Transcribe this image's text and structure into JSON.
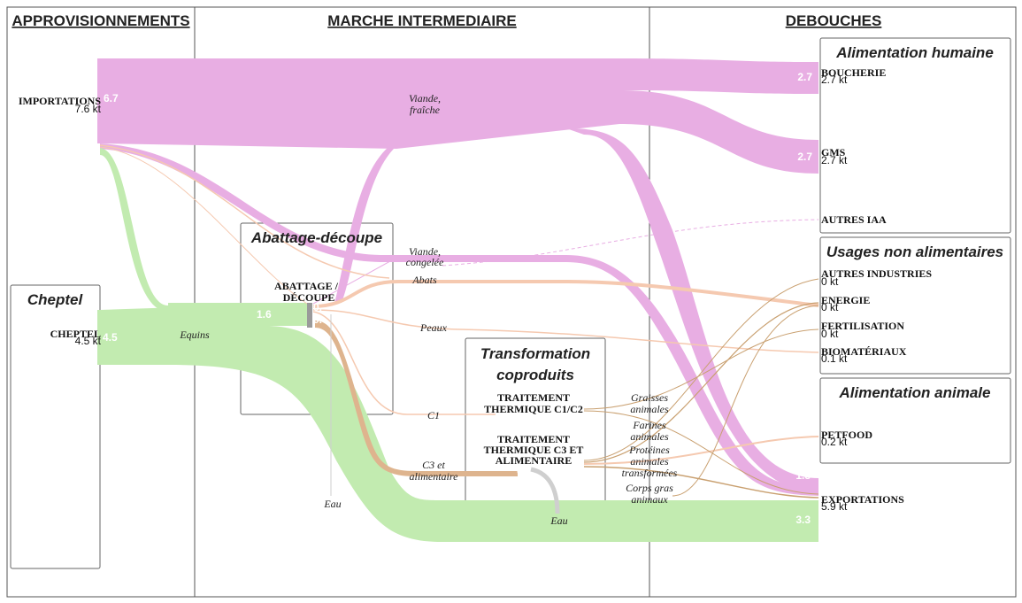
{
  "columns": {
    "supply": "APPROVISIONNEMENTS",
    "market": "MARCHE INTERMEDIAIRE",
    "outlets": "DEBOUCHES"
  },
  "groups": {
    "cheptel": "Cheptel",
    "abattage": "Abattage-découpe",
    "transfo": [
      "Transformation",
      "coproduits"
    ],
    "alim_humaine": "Alimentation humaine",
    "usages": "Usages non alimentaires",
    "alim_animale": "Alimentation animale"
  },
  "nodes": {
    "importations": {
      "label": "IMPORTATIONS",
      "value": "7.6 kt"
    },
    "cheptel": {
      "label": "CHEPTEL",
      "value": "4.5 kt"
    },
    "abattage": {
      "label": [
        "ABATTAGE /",
        "DÉCOUPE"
      ]
    },
    "c1c2": {
      "label": [
        "TRAITEMENT",
        "THERMIQUE C1/C2"
      ]
    },
    "c3": {
      "label": [
        "TRAITEMENT",
        "THERMIQUE C3 ET",
        "ALIMENTAIRE"
      ]
    },
    "boucherie": {
      "label": "BOUCHERIE",
      "value": "2.7 kt"
    },
    "gms": {
      "label": "GMS",
      "value": "2.7 kt"
    },
    "autres_iaa": {
      "label": "AUTRES IAA"
    },
    "autres_ind": {
      "label": "AUTRES INDUSTRIES",
      "value": "0 kt"
    },
    "energie": {
      "label": "ENERGIE",
      "value": "0 kt"
    },
    "fertilisation": {
      "label": "FERTILISATION",
      "value": "0 kt"
    },
    "biomateriaux": {
      "label": "BIOMATÉRIAUX",
      "value": "0.1 kt"
    },
    "petfood": {
      "label": "PETFOOD",
      "value": "0.2 kt"
    },
    "exportations": {
      "label": "EXPORTATIONS",
      "value": "5.9 kt"
    }
  },
  "flow_labels": {
    "viande_fraiche": [
      "Viande,",
      "fraîche"
    ],
    "viande_congelee": [
      "Viande,",
      "congelée"
    ],
    "abats": "Abats",
    "peaux": "Peaux",
    "equins": "Equins",
    "c1": "C1",
    "c3_alim": [
      "C3 et",
      "alimentaire"
    ],
    "eau1": "Eau",
    "eau2": "Eau",
    "graisses": [
      "Graisses",
      "animales"
    ],
    "farines": [
      "Farines",
      "animales"
    ],
    "proteines": [
      "Protéines",
      "animales",
      "transformées"
    ],
    "corps_gras": [
      "Corps gras",
      "animaux"
    ]
  },
  "flow_values": {
    "importations": "6.7",
    "cheptel": "4.5",
    "equins": "1.6",
    "abattage_a": "0.",
    "abattage_b": "0.",
    "c3": "0.7",
    "boucherie": "2.7",
    "gms": "2.7",
    "exp_pink": "1.8",
    "exp_green": "3.3"
  },
  "colors": {
    "meat": "#e8aee3",
    "live": "#c2ebb0",
    "coproduct": "#f5c9b0",
    "coproduct_dark": "#deb48e",
    "water": "#cfcfcf",
    "brown_line": "#c9a070"
  }
}
